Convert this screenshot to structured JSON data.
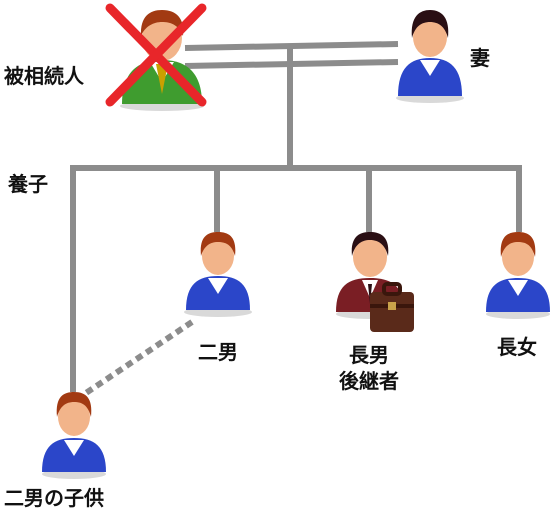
{
  "people": {
    "deceased": {
      "label": "被相続人",
      "icon": "person-green-icon",
      "crossed": true
    },
    "wife": {
      "label": "妻",
      "icon": "person-blue-icon"
    },
    "second_son": {
      "label": "二男",
      "icon": "person-blue-icon"
    },
    "eldest_son": {
      "label_line1": "長男",
      "label_line2": "後継者",
      "icon": "businessman-with-briefcase-icon"
    },
    "eldest_daughter": {
      "label": "長女",
      "icon": "person-blue-icon"
    },
    "grandchild": {
      "label": "二男の子供",
      "icon": "person-blue-icon"
    }
  },
  "adoption_label": "養子",
  "colors": {
    "line": "#8c8c8c",
    "cross": "#e8262a",
    "green_suit": "#3f9c2f",
    "blue_suit": "#2b46c9",
    "maroon_suit": "#7a1e24",
    "hair_brown": "#a23a12",
    "hair_dark": "#2a0f14",
    "skin": "#f2b48a"
  }
}
